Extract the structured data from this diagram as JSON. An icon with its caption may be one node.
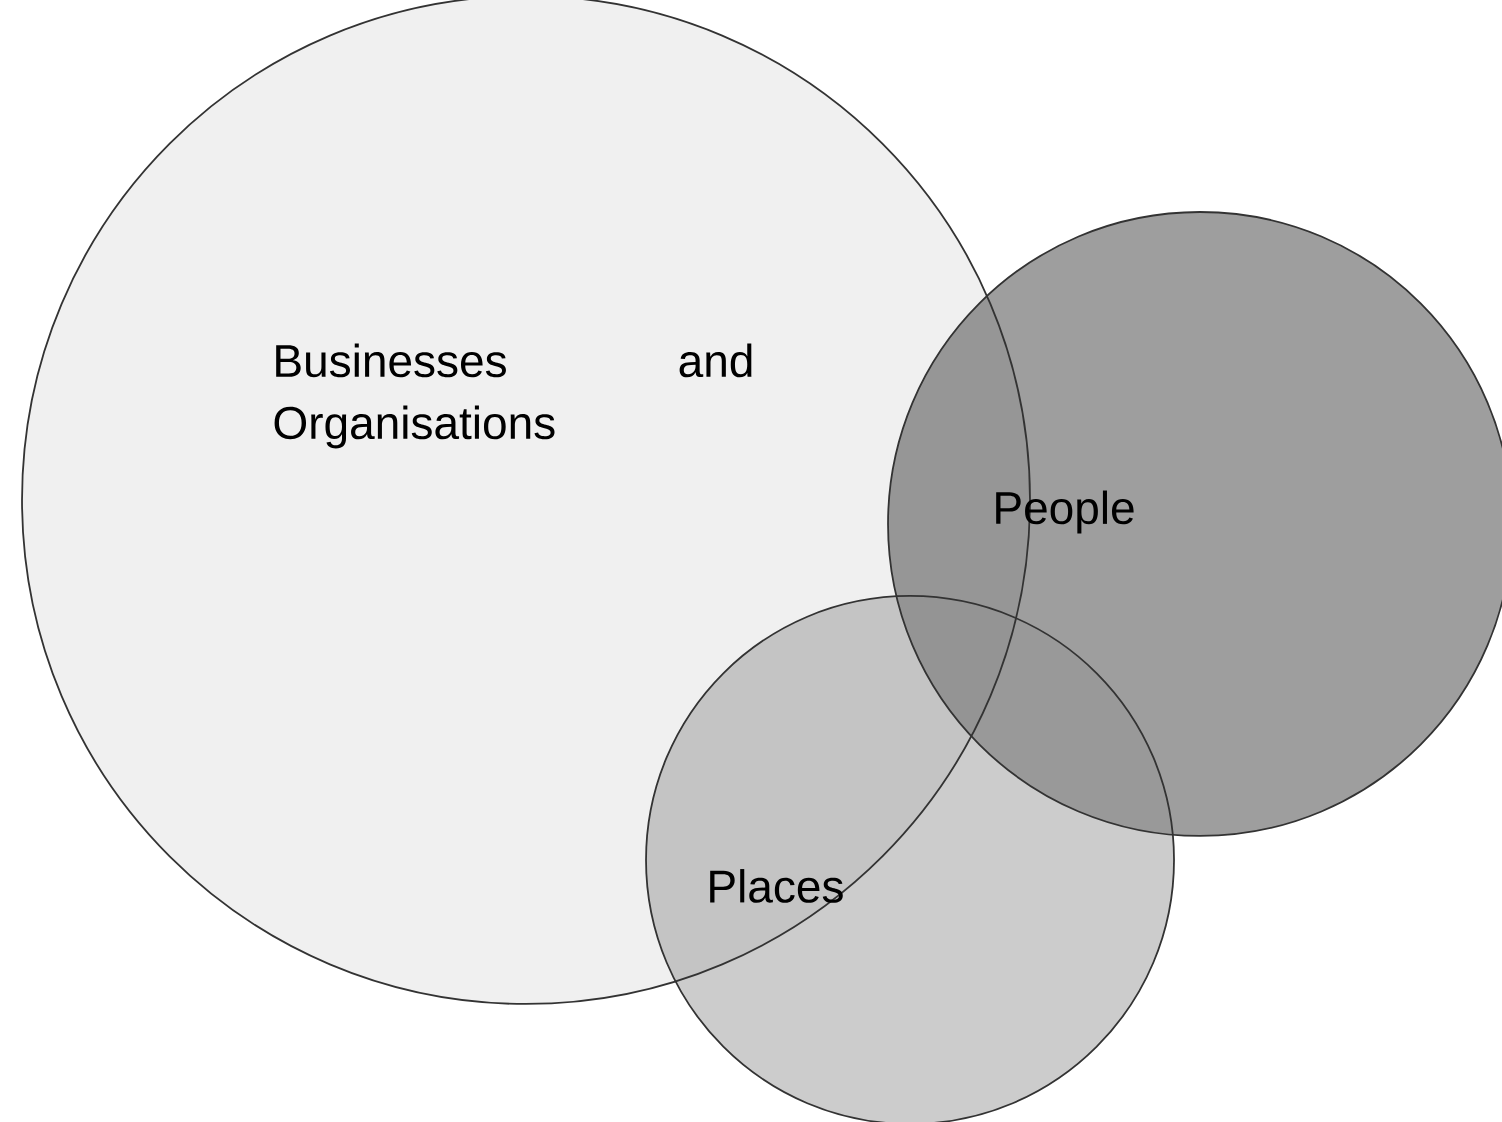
{
  "diagram": {
    "nodes": [
      {
        "text": [
          "Businesses and Organisations"
        ]
      },
      {
        "text": [
          "People"
        ]
      },
      {
        "text": [
          "Places"
        ]
      }
    ]
  }
}
